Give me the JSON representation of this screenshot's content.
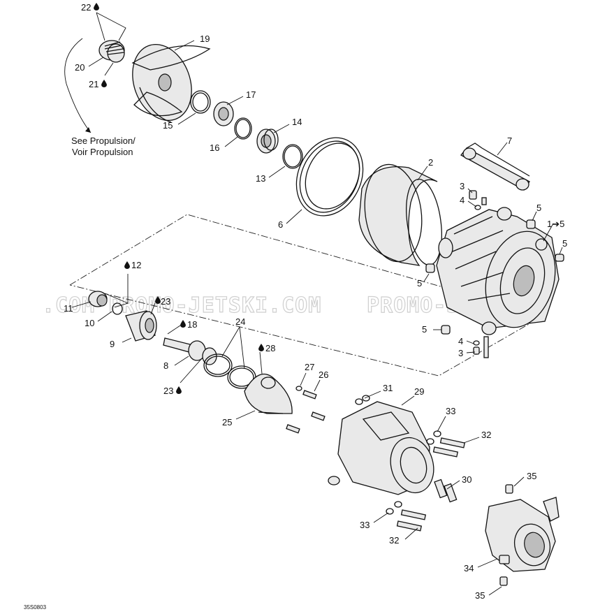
{
  "diagram": {
    "drawing_id": "35S0803",
    "note_line1": "See Propulsion/",
    "note_line2": "Voir Propulsion",
    "watermark_left": ".COM PROMO-JETSKI.COM",
    "watermark_right": "PROMO-JETSKI",
    "callouts": {
      "c1": "1➔5",
      "c2": "2",
      "c3a": "3",
      "c3b": "3",
      "c4a": "4",
      "c4b": "4",
      "c5a": "5",
      "c5b": "5",
      "c5c": "5",
      "c5d": "5",
      "c6": "6",
      "c7": "7",
      "c8": "8",
      "c9": "9",
      "c10": "10",
      "c11": "11",
      "c12": "12",
      "c13": "13",
      "c14": "14",
      "c15": "15",
      "c16": "16",
      "c17": "17",
      "c18": "18",
      "c19": "19",
      "c20": "20",
      "c21": "21",
      "c22": "22",
      "c23a": "23",
      "c23b": "23",
      "c24": "24",
      "c25": "25",
      "c26": "26",
      "c27": "27",
      "c28": "28",
      "c29": "29",
      "c30": "30",
      "c31": "31",
      "c32a": "32",
      "c32b": "32",
      "c33a": "33",
      "c33b": "33",
      "c34": "34",
      "c35a": "35",
      "c35b": "35"
    }
  }
}
